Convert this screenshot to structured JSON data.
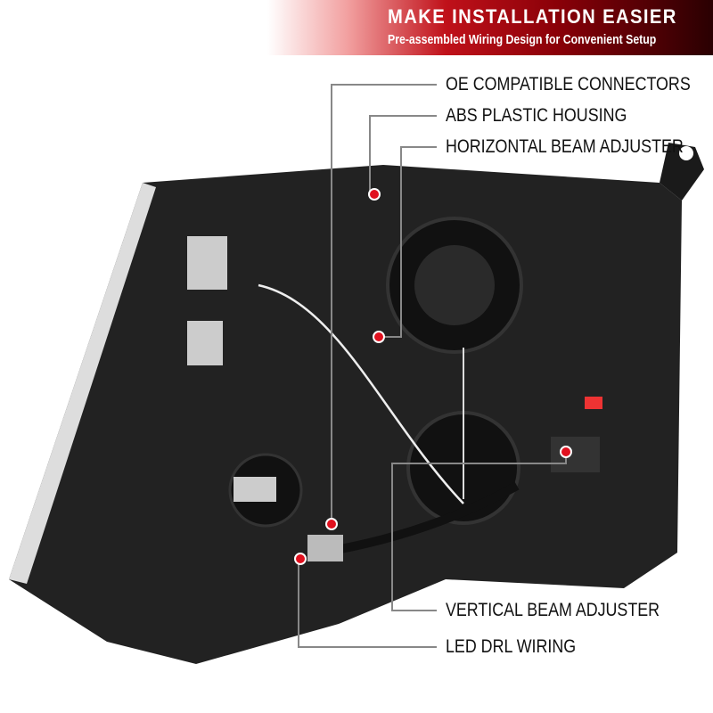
{
  "header": {
    "title": "MAKE INSTALLATION EASIER",
    "subtitle": "Pre-assembled Wiring Design for Convenient Setup"
  },
  "callouts": [
    {
      "label": "OE COMPATIBLE CONNECTORS"
    },
    {
      "label": "ABS PLASTIC HOUSING"
    },
    {
      "label": "HORIZONTAL BEAM ADJUSTER"
    },
    {
      "label": "VERTICAL BEAM ADJUSTER"
    },
    {
      "label": "LED DRL WIRING"
    }
  ],
  "colors": {
    "accent": "#e0101e",
    "line": "#888888",
    "housing": "#1e1e1e"
  }
}
